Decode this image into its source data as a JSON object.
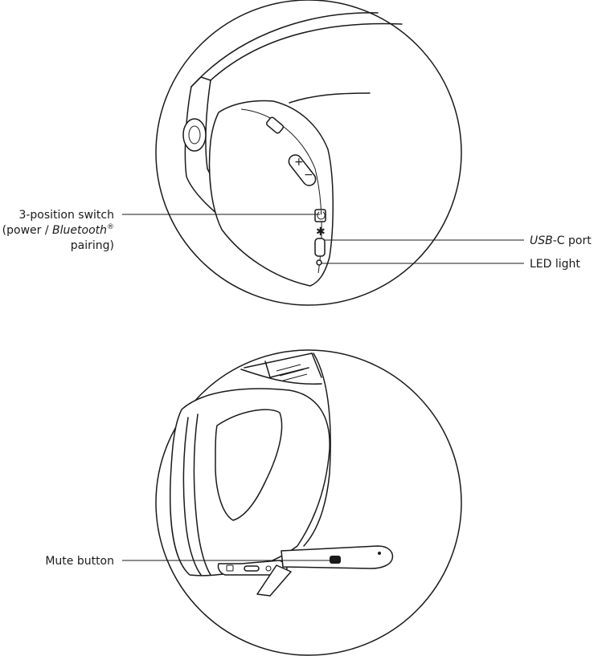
{
  "callouts": {
    "switch": {
      "line1": "3-position switch",
      "line2_prefix": "(power / ",
      "line2_italic": "Bluetooth",
      "line2_sup": "®",
      "line3": "pairing)"
    },
    "usb": {
      "italic": "USB",
      "rest": "-C port"
    },
    "led": {
      "text": "LED light"
    },
    "mute": {
      "text": "Mute button"
    }
  },
  "icons": {
    "power": "⏻",
    "bluetooth": "✱",
    "plus": "+",
    "minus": "−"
  }
}
